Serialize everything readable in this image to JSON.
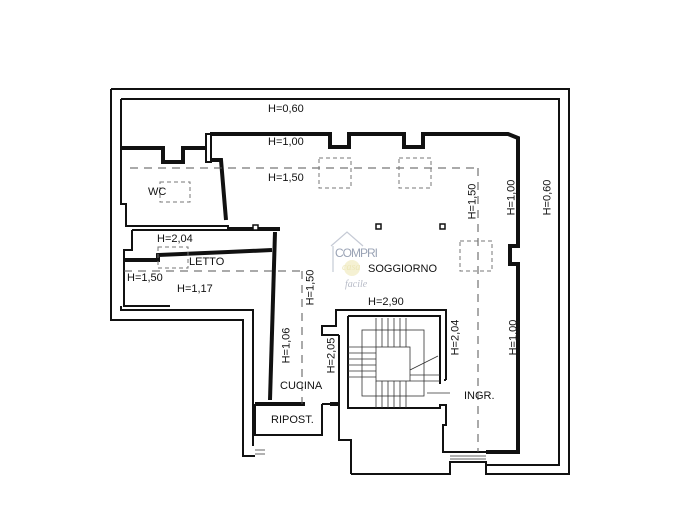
{
  "plan": {
    "rooms": {
      "wc": "WC",
      "letto": "LETTO",
      "soggiorno": "SOGGIORNO",
      "cucina": "CUCINA",
      "ripost": "RIPOST.",
      "ingr": "INGR."
    },
    "heights": {
      "top_outer": "H=0,60",
      "top_wall": "H=1,00",
      "top_dashed": "H=1,50",
      "right_dashed": "H=1,50",
      "right_wall": "H=1,00",
      "right_outer": "H=0,60",
      "letto_top": "H=2,04",
      "letto_left": "H=1,50",
      "letto_bottom": "H=1,17",
      "cucina_dashed": "H=1,50",
      "cucina_wall": "H=1,06",
      "stair_left": "H=2,05",
      "stair_top": "H=2,90",
      "stair_right": "H=2,04",
      "lower_right_wall": "H=1,00"
    },
    "watermark": {
      "brand": "COMPRI",
      "middle": "casa",
      "sub": "facile"
    }
  }
}
